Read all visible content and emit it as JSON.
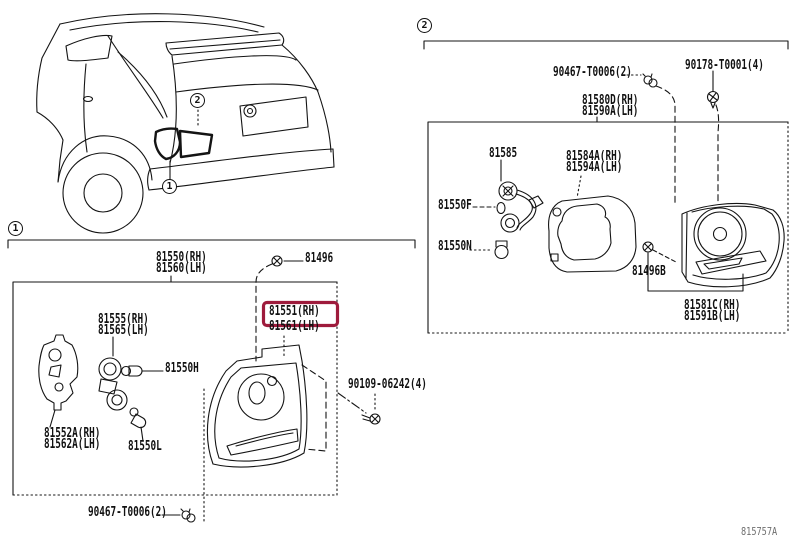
{
  "figure_code": "815757A",
  "highlight_color": "#9e1b3c",
  "callouts": {
    "one": "1",
    "two": "2"
  },
  "section1": {
    "assembly_rh": "81550(RH)",
    "assembly_lh": "81560(LH)",
    "screw": "81496",
    "lens_rh": "81551(RH)",
    "lens_lh": "81561(LH)",
    "socket_rh": "81555(RH)",
    "socket_lh": "81565(LH)",
    "bulb_h": "81550H",
    "bulb_l": "81550L",
    "bracket_rh": "81552A(RH)",
    "bracket_lh": "81562A(LH)",
    "screw_90109": "90109-06242(4)",
    "clip_90467": "90467-T0006(2)"
  },
  "section2": {
    "clip_90467": "90467-T0006(2)",
    "screw_90178": "90178-T0001(4)",
    "assembly_rh": "81580D(RH)",
    "assembly_lh": "81590A(LH)",
    "socket_wire": "81585",
    "bulb_f": "81550F",
    "bulb_n": "81550N",
    "gasket_rh": "81584A(RH)",
    "gasket_lh": "81594A(LH)",
    "screw_81496b": "81496B",
    "lens_rh": "81581C(RH)",
    "lens_lh": "81591B(LH)"
  }
}
